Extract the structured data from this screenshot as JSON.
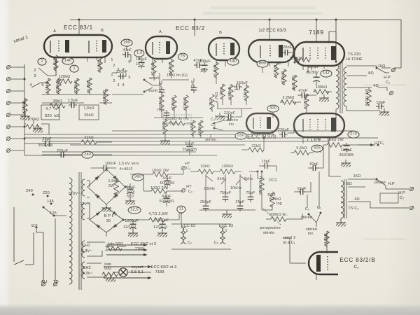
{
  "schematic": {
    "ink": "#35332c",
    "paper": "#ebe9de",
    "labels": [
      [
        "ECC 83/1",
        112,
        40,
        "b"
      ],
      [
        "A",
        78,
        46,
        "t"
      ],
      [
        "B",
        146,
        45,
        "t"
      ],
      [
        "ECC 83/2",
        272,
        41,
        "b"
      ],
      [
        "A",
        229,
        47,
        "t"
      ],
      [
        "B",
        315,
        48,
        "t"
      ],
      [
        "1/2 ECC 83/3",
        389,
        44,
        ""
      ],
      [
        "7189",
        452,
        47,
        "b"
      ],
      [
        "TS 220",
        506,
        79,
        "t"
      ],
      [
        "HI-TONE",
        506,
        86,
        "t"
      ],
      [
        "ECC 83/3",
        374,
        196,
        "b"
      ],
      [
        "7189",
        448,
        200,
        "b"
      ],
      [
        "ECC 83/2/B",
        511,
        372,
        "b"
      ],
      [
        "C₂",
        509,
        382,
        ""
      ],
      [
        "canal 1",
        30,
        57,
        "",
        -18
      ],
      [
        "1",
        57,
        92,
        "t"
      ],
      [
        "2",
        50,
        102,
        "t"
      ],
      [
        "3",
        50,
        110,
        "t"
      ],
      [
        "4",
        44,
        123,
        "t"
      ],
      [
        "5",
        61,
        123,
        "t"
      ],
      [
        "1",
        60,
        88,
        "c"
      ],
      [
        "140",
        97,
        87,
        "c"
      ],
      [
        "1",
        106,
        98,
        "c"
      ],
      [
        "4,7kΩ",
        80,
        90,
        "",
        -90
      ],
      [
        "1MΩ",
        143,
        92,
        "",
        -90
      ],
      [
        "120kΩ",
        92,
        111,
        "t"
      ],
      [
        "33kΩ",
        69,
        123,
        "t",
        -90
      ],
      [
        "220kΩ",
        84,
        123,
        "t",
        -90
      ],
      [
        "220kΩ",
        110,
        123,
        "t",
        -90
      ],
      [
        "1,2kΩ",
        128,
        122,
        "t",
        -90
      ],
      [
        "100kΩ",
        151,
        137,
        "t",
        -90
      ],
      [
        "100kΩ",
        36,
        152,
        "t",
        -90
      ],
      [
        "39kΩ",
        82,
        146,
        "t"
      ],
      [
        "1,5nF",
        104,
        145,
        "t"
      ],
      [
        "270kΩ",
        48,
        172,
        "t"
      ],
      [
        "4,7",
        69,
        157,
        "t"
      ],
      [
        "nF",
        81,
        157,
        "t"
      ],
      [
        "820",
        69,
        167,
        "t"
      ],
      [
        "kΩ",
        81,
        167,
        "t"
      ],
      [
        "1,5kΩ",
        127,
        156,
        "t"
      ],
      [
        "39kΩ",
        127,
        166,
        "t"
      ],
      [
        "25μF",
        67,
        200,
        "t"
      ],
      [
        "350/385",
        65,
        209,
        "t"
      ],
      [
        "22kΩ",
        127,
        198,
        "t"
      ],
      [
        "220nF",
        89,
        217,
        "t"
      ],
      [
        "240",
        125,
        221,
        "c"
      ],
      [
        "160",
        181,
        61,
        "c"
      ],
      [
        "47nF",
        182,
        73,
        "t"
      ],
      [
        "1,3",
        199,
        76,
        "c"
      ],
      [
        "100μF",
        202,
        86,
        "t"
      ],
      [
        "16 V",
        200,
        93,
        "t"
      ],
      [
        "220nF",
        174,
        104,
        "t"
      ],
      [
        "1",
        160,
        87,
        "t"
      ],
      [
        "2",
        163,
        95,
        "t"
      ],
      [
        "3",
        169,
        101,
        "t"
      ],
      [
        "4",
        176,
        101,
        "t"
      ],
      [
        "5",
        185,
        90,
        "t"
      ],
      [
        "1",
        160,
        109,
        "t"
      ],
      [
        "2",
        163,
        117,
        "t"
      ],
      [
        "3",
        169,
        123,
        "t"
      ],
      [
        "4",
        176,
        123,
        "t"
      ],
      [
        "5",
        185,
        112,
        "t"
      ],
      [
        "ampli",
        220,
        113,
        "t"
      ],
      [
        "monit",
        218,
        131,
        "t"
      ],
      [
        "1,2kΩ",
        220,
        97,
        "t",
        -90
      ],
      [
        "4,7kΩ",
        245,
        96,
        "t",
        -90
      ],
      [
        "75",
        261,
        81,
        "c"
      ],
      [
        "47nF",
        283,
        88,
        "t"
      ],
      [
        "100μF",
        293,
        89,
        "t"
      ],
      [
        "16V",
        291,
        103,
        "t"
      ],
      [
        "1MΩ lin (G)",
        253,
        109,
        "t"
      ],
      [
        "4,7nF",
        231,
        125,
        "t",
        -90
      ],
      [
        "4,7nF",
        277,
        122,
        "t",
        -90
      ],
      [
        "100kΩ",
        231,
        146,
        "t",
        -90
      ],
      [
        "475kΩ",
        249,
        147,
        "t",
        -90
      ],
      [
        "100kΩ",
        266,
        147,
        "t",
        -90
      ],
      [
        "75pF",
        230,
        159,
        "t"
      ],
      [
        "1,2kΩ",
        309,
        100,
        "t",
        -90
      ],
      [
        "140",
        333,
        88,
        "c"
      ],
      [
        "1MΩ",
        318,
        131,
        "t",
        -90
      ],
      [
        "150kΩ",
        330,
        132,
        "t",
        -90
      ],
      [
        "150pF",
        346,
        120,
        "t"
      ],
      [
        "33kΩ",
        352,
        133,
        "t",
        -90
      ],
      [
        "75Ω",
        303,
        146,
        "t",
        -90
      ],
      [
        "4,7kΩ",
        311,
        139,
        "t",
        -90
      ],
      [
        "220nF",
        328,
        163,
        "t"
      ],
      [
        "C₁",
        304,
        172,
        "t"
      ],
      [
        "C₂",
        305,
        180,
        "t"
      ],
      [
        "stéréo",
        332,
        173,
        "t"
      ],
      [
        "inv.",
        331,
        179,
        "t"
      ],
      [
        "stéréo",
        301,
        201,
        "t"
      ],
      [
        "500kΩ lin (A)",
        253,
        171,
        "t"
      ],
      [
        "1MΩ",
        236,
        181,
        "t",
        -90
      ],
      [
        "1MΩ",
        276,
        183,
        "t",
        -90
      ],
      [
        "100kΩ",
        287,
        183,
        "t",
        -90
      ],
      [
        "50μF",
        271,
        207,
        "t"
      ],
      [
        "350/385",
        271,
        215,
        "t"
      ],
      [
        "250",
        344,
        194,
        "c"
      ],
      [
        "22kΩ",
        366,
        210,
        "t"
      ],
      [
        "800",
        375,
        91,
        "c"
      ],
      [
        "220nF",
        409,
        69,
        "t"
      ],
      [
        "1,5kΩ",
        421,
        85,
        "t"
      ],
      [
        "4,7kΩ",
        395,
        100,
        "t",
        -90
      ],
      [
        "470kΩ",
        406,
        110,
        "t",
        -90
      ],
      [
        "1kΩ 2W",
        421,
        118,
        "t",
        -90
      ],
      [
        "142",
        466,
        105,
        "c"
      ],
      [
        "130kΩ",
        459,
        126,
        "t"
      ],
      [
        "100μF",
        448,
        97,
        "t"
      ],
      [
        "25/30V",
        446,
        105,
        "t"
      ],
      [
        "47nF",
        433,
        131,
        "t"
      ],
      [
        "2,2MΩ",
        412,
        141,
        "t"
      ],
      [
        "300",
        390,
        155,
        "c"
      ],
      [
        "1,5kΩ",
        438,
        144,
        "t",
        -90
      ],
      [
        "220nF",
        405,
        187,
        "t"
      ],
      [
        "5,6kΩ",
        431,
        213,
        "t"
      ],
      [
        "325",
        453,
        212,
        "c"
      ],
      [
        "10kΩ 1W",
        479,
        201,
        "t"
      ],
      [
        "270",
        505,
        192,
        "c"
      ],
      [
        "100μF",
        495,
        216,
        "t"
      ],
      [
        "350/385",
        495,
        223,
        "t"
      ],
      [
        "HTC₁",
        542,
        206,
        "t"
      ],
      [
        "82pF",
        449,
        236,
        "t"
      ],
      [
        "15pF",
        380,
        232,
        "t"
      ],
      [
        "15pF",
        431,
        271,
        "t"
      ],
      [
        "10kΩ",
        293,
        239,
        "t"
      ],
      [
        "100kΩ",
        325,
        239,
        "t"
      ],
      [
        "HT",
        268,
        235,
        "t"
      ],
      [
        "C₁",
        269,
        242,
        "t"
      ],
      [
        "6kHz",
        317,
        257,
        "t"
      ],
      [
        "6kHz",
        355,
        257,
        "t"
      ],
      [
        "10kHz",
        299,
        271,
        "t"
      ],
      [
        "10kHz",
        337,
        270,
        "t"
      ],
      [
        "750pF",
        322,
        277,
        "t"
      ],
      [
        "75pF",
        358,
        277,
        "t"
      ],
      [
        "250pF",
        294,
        290,
        "t"
      ],
      [
        "25pF",
        343,
        290,
        "t"
      ],
      [
        "PC1",
        390,
        259,
        "t"
      ],
      [
        "500kΩ log",
        374,
        265,
        "t",
        -90
      ],
      [
        "PC2",
        388,
        280,
        "t"
      ],
      [
        "500kΩ",
        393,
        286,
        "t"
      ],
      [
        "log",
        399,
        292,
        "t"
      ],
      [
        "500kΩ lin.",
        398,
        308,
        "t"
      ],
      [
        "perspective",
        386,
        327,
        "t"
      ],
      [
        "stéréo",
        384,
        334,
        "t"
      ],
      [
        "canal 2",
        413,
        341,
        "t"
      ],
      [
        "Id à C₁",
        413,
        348,
        "t"
      ],
      [
        "C₂",
        439,
        300,
        "t"
      ],
      [
        "C₁",
        456,
        298,
        "t"
      ],
      [
        "stéréo",
        438,
        312,
        "t"
      ],
      [
        "stéréo",
        445,
        329,
        "t"
      ],
      [
        "inv.",
        444,
        335,
        "t"
      ],
      [
        "4,7kΩ",
        467,
        341,
        "t",
        -90
      ],
      [
        "100nF  1,5 kV serv",
        174,
        235,
        "t"
      ],
      [
        "4×40J2",
        180,
        243,
        "t"
      ],
      [
        "1,5kΩ",
        162,
        260,
        "t"
      ],
      [
        "2W",
        159,
        267,
        "t"
      ],
      [
        "64μF",
        187,
        269,
        "t"
      ],
      [
        "500/",
        187,
        276,
        "t"
      ],
      [
        "550",
        186,
        282,
        "t"
      ],
      [
        "380",
        197,
        253,
        "c"
      ],
      [
        "100Ω 2W",
        229,
        245,
        "t"
      ],
      [
        "64μF",
        239,
        256,
        "t"
      ],
      [
        "500/550",
        239,
        263,
        "t"
      ],
      [
        "100Ω 2W",
        227,
        270,
        "t"
      ],
      [
        "64μF",
        238,
        282,
        "t"
      ],
      [
        "500/550",
        238,
        289,
        "t"
      ],
      [
        "HT",
        270,
        268,
        "t"
      ],
      [
        "C₂",
        272,
        275,
        "t"
      ],
      [
        "310V~",
        106,
        278,
        "t"
      ],
      [
        "12V~",
        121,
        293,
        "t"
      ],
      [
        "B P F",
        156,
        310,
        "t"
      ],
      [
        "30",
        155,
        317,
        "t"
      ],
      [
        "12,5",
        192,
        300,
        "c"
      ],
      [
        "4,7Ω 2,5W",
        226,
        307,
        "t"
      ],
      [
        "1000μF",
        188,
        317,
        "t"
      ],
      [
        "12/15V",
        185,
        326,
        "t"
      ],
      [
        "2 500μF",
        231,
        316,
        "t"
      ],
      [
        "12/15 V",
        229,
        326,
        "t"
      ],
      [
        "11",
        259,
        299,
        "c"
      ],
      [
        "ECC 83",
        269,
        324,
        "t"
      ],
      [
        "1",
        267,
        331,
        "t"
      ],
      [
        "C₁",
        271,
        348,
        "t"
      ],
      [
        "ECC 83",
        323,
        324,
        "t"
      ],
      [
        "1",
        323,
        331,
        "t"
      ],
      [
        "C₂",
        309,
        348,
        "t"
      ],
      [
        "loto 50Ω",
        165,
        350,
        "t"
      ],
      [
        "ECC 83/2 et 3",
        205,
        350,
        "t"
      ],
      [
        "7189",
        199,
        357,
        "t"
      ],
      [
        "loto",
        154,
        379,
        "t"
      ],
      [
        "50Ω",
        154,
        385,
        "t"
      ],
      [
        "voyant",
        196,
        383,
        "t"
      ],
      [
        "6,5 0,1",
        196,
        390,
        "t"
      ],
      [
        "ECC 83/2 et 3",
        234,
        383,
        "t"
      ],
      [
        "7189",
        228,
        390,
        "t"
      ],
      [
        "240",
        42,
        274,
        "t"
      ],
      [
        "220",
        66,
        277,
        "t"
      ],
      [
        "145",
        72,
        289,
        "t"
      ],
      [
        "125",
        76,
        306,
        "t"
      ],
      [
        "110",
        49,
        324,
        "t"
      ],
      [
        "ALI",
        63,
        404,
        "t"
      ],
      [
        "TD",
        80,
        404,
        "t"
      ],
      [
        "CH1",
        123,
        352,
        "t"
      ],
      [
        "6,3V~",
        124,
        360,
        "t"
      ],
      [
        "CH2",
        124,
        384,
        "t"
      ],
      [
        "6,3V~",
        125,
        392,
        "t"
      ],
      [
        "16Ω",
        545,
        96,
        "t"
      ],
      [
        "8Ω",
        530,
        106,
        "t"
      ],
      [
        "4Ω",
        537,
        124,
        "t"
      ],
      [
        "H.P",
        553,
        112,
        "t"
      ],
      [
        "C₁",
        554,
        119,
        "t"
      ],
      [
        "510Ω 1W",
        526,
        139,
        "t",
        -90
      ],
      [
        "10nF",
        544,
        148,
        "t"
      ],
      [
        "16Ω",
        510,
        253,
        "t"
      ],
      [
        "8Ω",
        499,
        264,
        "t"
      ],
      [
        "4Ω",
        510,
        286,
        "t"
      ],
      [
        "TS C₂",
        505,
        299,
        "t"
      ],
      [
        "phase",
        543,
        262,
        "t"
      ],
      [
        "H.P",
        559,
        264,
        "t"
      ],
      [
        "H.P",
        574,
        277,
        "t"
      ],
      [
        "C₂",
        574,
        284,
        "t"
      ]
    ]
  }
}
